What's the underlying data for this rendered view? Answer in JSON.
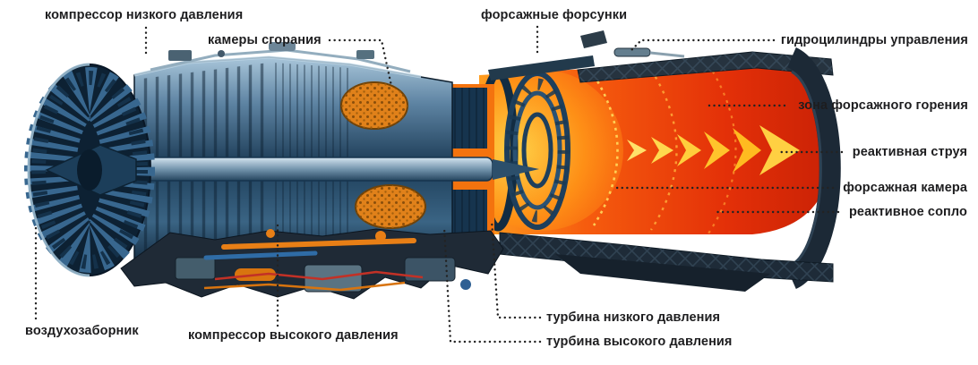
{
  "diagram": {
    "background": "#ffffff",
    "colors": {
      "label_text": "#1d1d1f",
      "metal_blue": "#1d3d58",
      "flame_orange": "#f65c0e",
      "flame_red": "#c92105",
      "jet_yellow": "#ffc42c",
      "combustor_orange": "#e0811a"
    },
    "labels": {
      "lp_compressor": "компрессор низкого давления",
      "combustion_chambers": "камеры сгорания",
      "afterburner_injectors": "форсажные форсунки",
      "hydraulic_cylinders": "гидроцилиндры управления",
      "afterburner_zone": "зона форсажного горения",
      "jet_stream": "реактивная струя",
      "afterburner_chamber": "форсажная камера",
      "jet_nozzle": "реактивное сопло",
      "air_intake": "воздухозаборник",
      "hp_compressor": "компрессор высокого давления",
      "lp_turbine": "турбина низкого давления",
      "hp_turbine": "турбина высокого давления"
    }
  }
}
